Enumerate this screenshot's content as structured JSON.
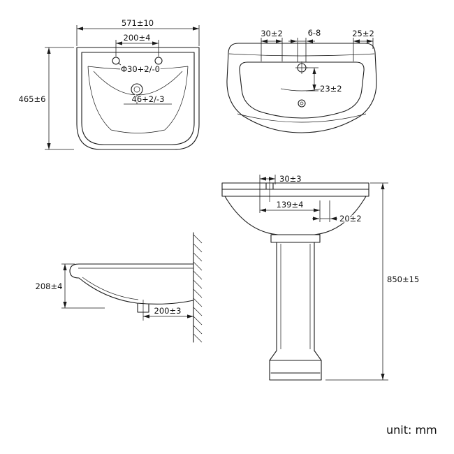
{
  "drawing": {
    "unit_label": "unit: mm",
    "line_color": "#1a1a1a",
    "background": "#ffffff"
  },
  "views": {
    "front": {
      "dims": {
        "overall_width": "571±10",
        "hole_spacing": "200±4",
        "hole_diameter": "Φ30+2/-0",
        "overall_height": "465±6",
        "drain_size": "46+2/-3"
      }
    },
    "plan": {
      "dims": {
        "offset_left": "30±2",
        "hole_size": "6-8",
        "offset_right": "25±2",
        "hole_to_front": "23±2"
      }
    },
    "side_pedestal": {
      "dims": {
        "hole_offset": "30±3",
        "deck_depth": "139±4",
        "back_gap": "20±2",
        "total_height": "850±15"
      }
    },
    "side_wall": {
      "dims": {
        "basin_side_height": "208±4",
        "drain_to_wall": "200±3"
      }
    }
  }
}
